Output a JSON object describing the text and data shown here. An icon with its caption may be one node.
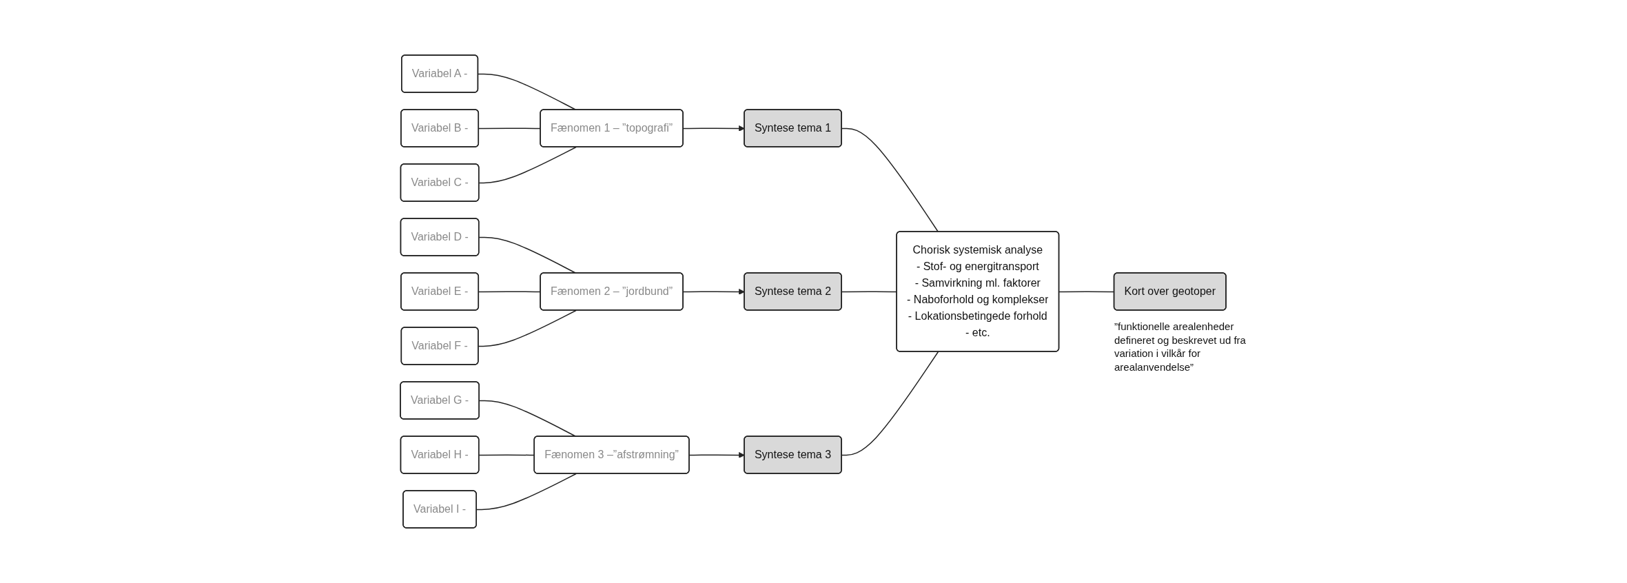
{
  "diagram": {
    "nodes": [
      {
        "text": [
          "Variabel A -"
        ]
      },
      {
        "text": [
          "Variabel B -"
        ]
      },
      {
        "text": [
          "Variabel C -"
        ]
      },
      {
        "text": [
          "Fænomen 1 – ”topografi”"
        ]
      },
      {
        "text": [
          "Syntese tema 1"
        ]
      },
      {
        "text": [
          "Variabel D -"
        ]
      },
      {
        "text": [
          "Variabel E -"
        ]
      },
      {
        "text": [
          "Variabel F -"
        ]
      },
      {
        "text": [
          "Fænomen 2 – ”jordbund”"
        ]
      },
      {
        "text": [
          "Syntese tema 2"
        ]
      },
      {
        "text": [
          "Variabel G -"
        ]
      },
      {
        "text": [
          "Variabel H -"
        ]
      },
      {
        "text": [
          "Variabel I -"
        ]
      },
      {
        "text": [
          "Fænomen 3 –”afstrømning”"
        ]
      },
      {
        "text": [
          "Syntese tema 3"
        ]
      },
      {
        "text": [
          "Chorisk systemisk analyse",
          "- Stof- og energitransport",
          "- Samvirkning ml. faktorer",
          "- Naboforhold og komplekser",
          "- Lokationsbetingede forhold",
          "- etc."
        ]
      },
      {
        "text": [
          "Kort over geotoper"
        ],
        "beside": [
          "”funktionelle arealenheder defineret og beskrevet ud fra variation i vilkår for arealanvendelse”"
        ]
      }
    ],
    "edges": [
      {
        "from": 0,
        "to": 3,
        "arrow": "none"
      },
      {
        "from": 1,
        "to": 3,
        "arrow": "none"
      },
      {
        "from": 2,
        "to": 3,
        "arrow": "none"
      },
      {
        "from": 3,
        "to": 4,
        "arrow": "to"
      },
      {
        "from": 5,
        "to": 8,
        "arrow": "none"
      },
      {
        "from": 6,
        "to": 8,
        "arrow": "none"
      },
      {
        "from": 7,
        "to": 8,
        "arrow": "none"
      },
      {
        "from": 8,
        "to": 9,
        "arrow": "to"
      },
      {
        "from": 10,
        "to": 13,
        "arrow": "none"
      },
      {
        "from": 11,
        "to": 13,
        "arrow": "none"
      },
      {
        "from": 12,
        "to": 13,
        "arrow": "none"
      },
      {
        "from": 13,
        "to": 14,
        "arrow": "to"
      },
      {
        "from": 4,
        "to": 15,
        "arrow": "none"
      },
      {
        "from": 9,
        "to": 15,
        "arrow": "none"
      },
      {
        "from": 14,
        "to": 15,
        "arrow": "none"
      },
      {
        "from": 15,
        "to": 16,
        "arrow": "none"
      }
    ]
  }
}
